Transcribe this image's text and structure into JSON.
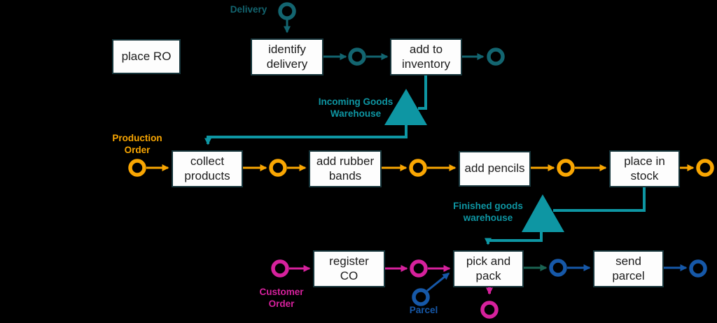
{
  "diagram": {
    "labels": {
      "delivery": "Delivery",
      "production_order": "Production\nOrder",
      "customer_order": "Customer\nOrder",
      "parcel": "Parcel",
      "incoming_warehouse": "Incoming Goods\nWarehouse",
      "finished_warehouse": "Finished goods\nwarehouse"
    },
    "tasks": {
      "place_ro": "place RO",
      "identify_delivery": "identify\ndelivery",
      "add_to_inventory": "add to\ninventory",
      "collect_products": "collect\nproducts",
      "add_rubber_bands": "add rubber\nbands",
      "add_pencils": "add pencils",
      "place_in_stock": "place in\nstock",
      "register_co": "register\nCO",
      "pick_and_pack": "pick and\npack",
      "send_parcel": "send\nparcel"
    },
    "colors": {
      "background": "#000000",
      "task_fill": "#fdfdfd",
      "task_border": "#16353b",
      "task_text": "#1d1d1d",
      "delivery_flow": "#136570",
      "warehouse": "#0e96a3",
      "production_flow": "#f9a602",
      "customer_flow": "#d6219c",
      "parcel_flow": "#1658a8",
      "handover_flow": "#1b6352"
    }
  }
}
